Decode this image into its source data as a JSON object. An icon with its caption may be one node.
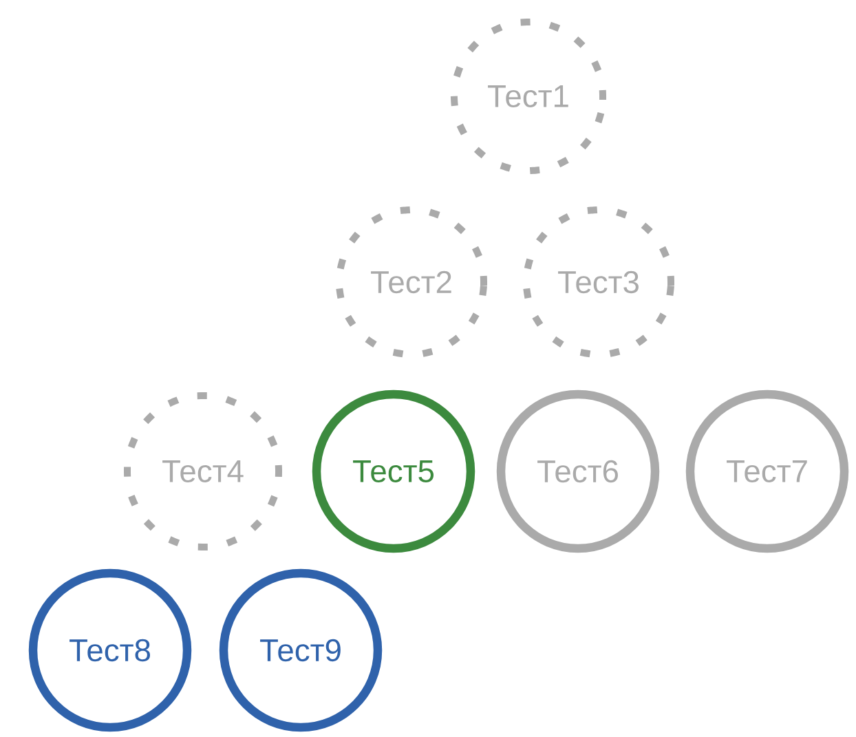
{
  "diagram": {
    "nodes": [
      {
        "text": [
          "Тест1"
        ]
      },
      {
        "text": [
          "Тест2"
        ]
      },
      {
        "text": [
          "Тест3"
        ]
      },
      {
        "text": [
          "Тест4"
        ]
      },
      {
        "text": [
          "Тест5"
        ]
      },
      {
        "text": [
          "Тест6"
        ]
      },
      {
        "text": [
          "Тест7"
        ]
      },
      {
        "text": [
          "Тест8"
        ]
      },
      {
        "text": [
          "Тест9"
        ]
      }
    ]
  }
}
